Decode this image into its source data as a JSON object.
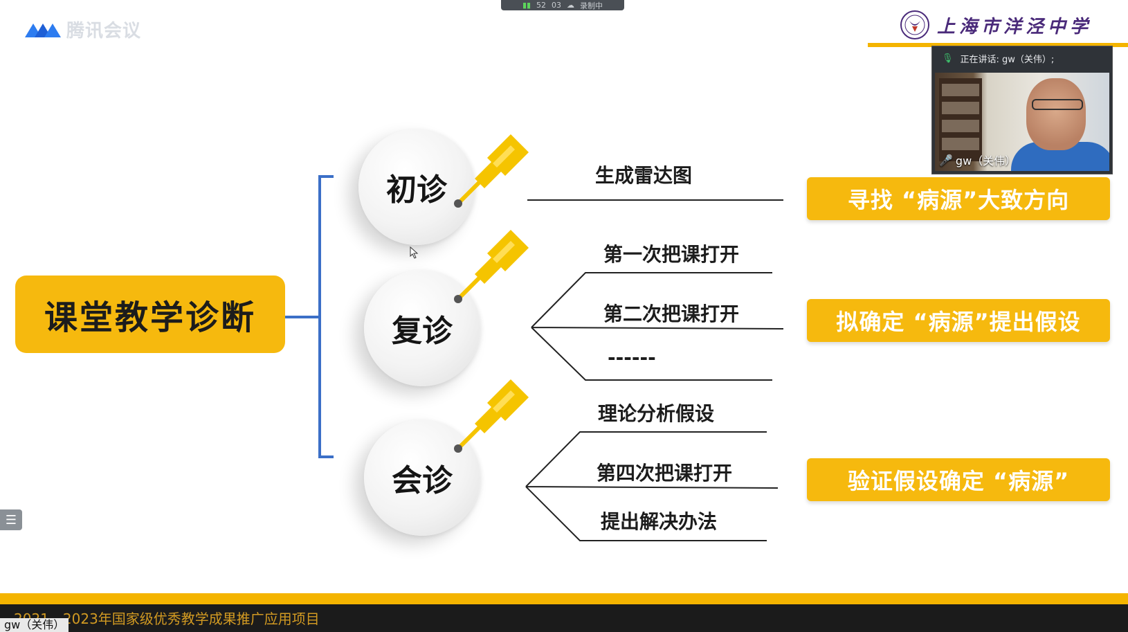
{
  "meeting": {
    "app_name": "腾讯会议",
    "rec_signal": "52",
    "rec_time": "03",
    "rec_status": "录制中"
  },
  "school": {
    "name": "上海市洋泾中学"
  },
  "video": {
    "speaking": "正在讲话: gw（关伟）;",
    "participant": "gw（关伟）"
  },
  "slide": {
    "main_title": "课堂教学诊断",
    "stages": [
      {
        "label": "初诊",
        "branches": [
          "生成雷达图"
        ],
        "result": "寻找 “病源”大致方向"
      },
      {
        "label": "复诊",
        "branches": [
          "第一次把课打开",
          "第二次把课打开",
          "------"
        ],
        "result": "拟确定 “病源”提出假设"
      },
      {
        "label": "会诊",
        "branches": [
          "理论分析假设",
          "第四次把课打开",
          "提出解决办法"
        ],
        "result": "验证假设确定 “病源”"
      }
    ]
  },
  "footer": {
    "text": "2021—2023年国家级优秀教学成果推广应用项目",
    "user": "gw（关伟）"
  },
  "colors": {
    "accent": "#f6b90e",
    "bracket": "#3b6fc7",
    "school": "#4a2a7a"
  },
  "icons": [
    "meeting-logo-icon",
    "school-emblem-icon",
    "pushpin-icon",
    "mic-icon",
    "list-icon",
    "cursor-icon"
  ]
}
